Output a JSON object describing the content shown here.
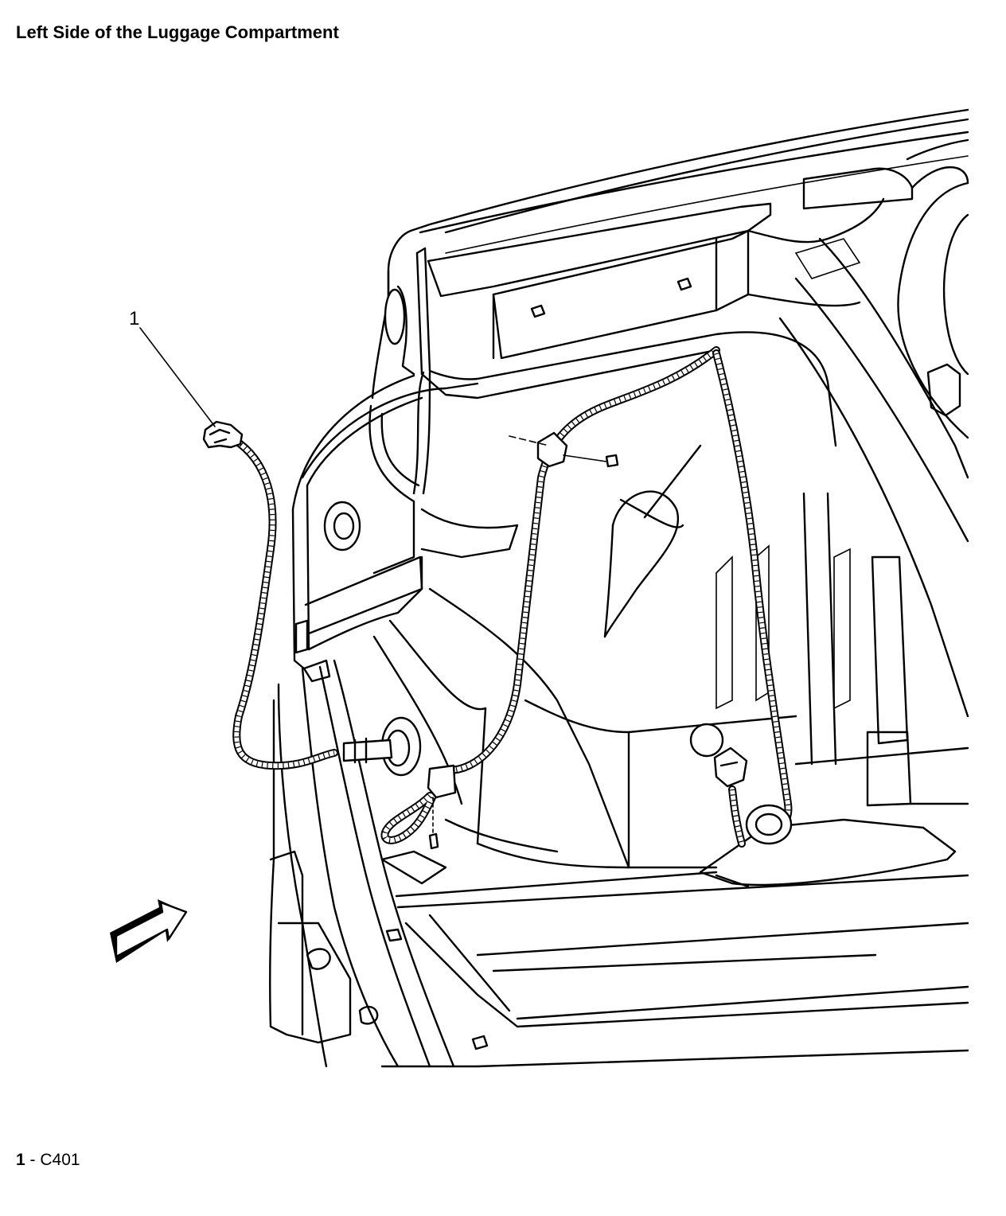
{
  "title": "Left Side of the Luggage Compartment",
  "callouts": [
    {
      "number": "1"
    }
  ],
  "legend": [
    {
      "number": "1",
      "separator": " - ",
      "text": "C401"
    }
  ],
  "icons": [
    "view-direction-arrow-icon",
    "harness-connector-icon"
  ],
  "colors": {
    "ink": "#000000",
    "background": "#ffffff"
  }
}
